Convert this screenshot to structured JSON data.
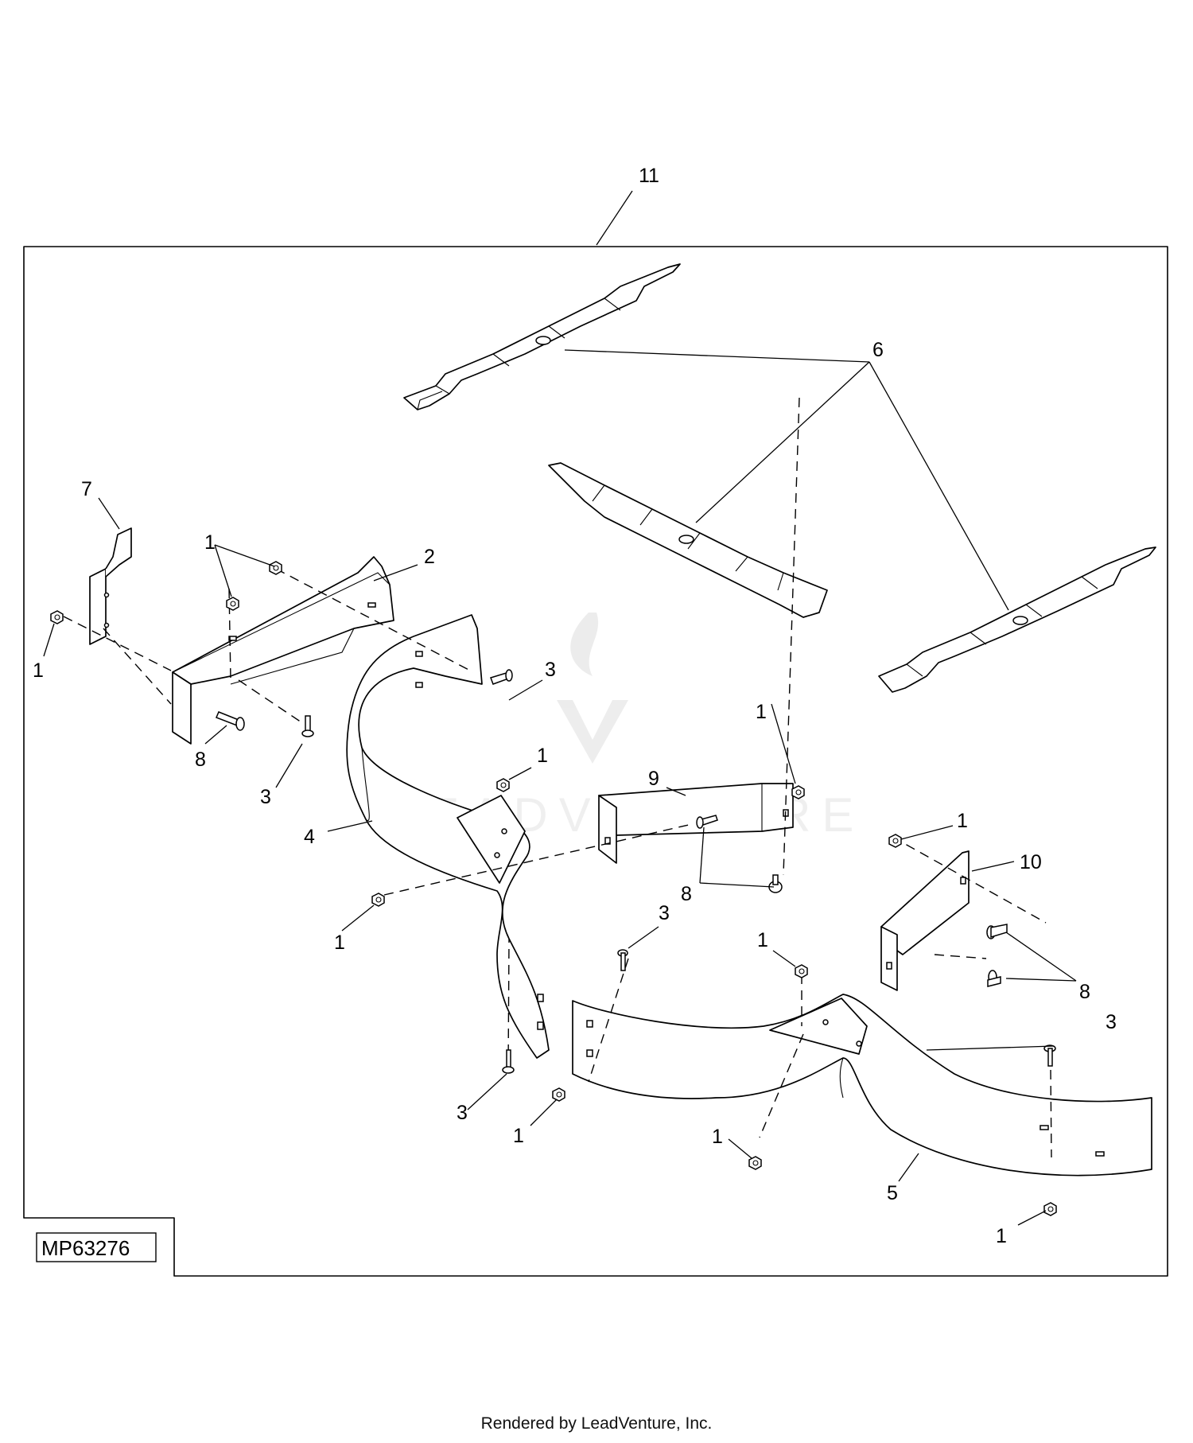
{
  "diagram": {
    "callouts": {
      "c11": "11",
      "c6": "6",
      "c7": "7",
      "c1a": "1",
      "c2": "2",
      "c1b": "1",
      "c3a": "3",
      "c8a": "8",
      "c3b": "3",
      "c4": "4",
      "c1c": "1",
      "c9": "9",
      "c1d": "1",
      "c1e": "1",
      "c10": "10",
      "c8b": "8",
      "c1f": "1",
      "c3c": "3",
      "c1g": "1",
      "c8c": "8",
      "c3d": "3",
      "c3e": "3",
      "c1h": "1",
      "c1i": "1",
      "c5": "5",
      "c1j": "1"
    },
    "figure_code": "MP63276",
    "watermark": "LEADVENTURE"
  },
  "footer": {
    "text": "Rendered by LeadVenture, Inc."
  }
}
